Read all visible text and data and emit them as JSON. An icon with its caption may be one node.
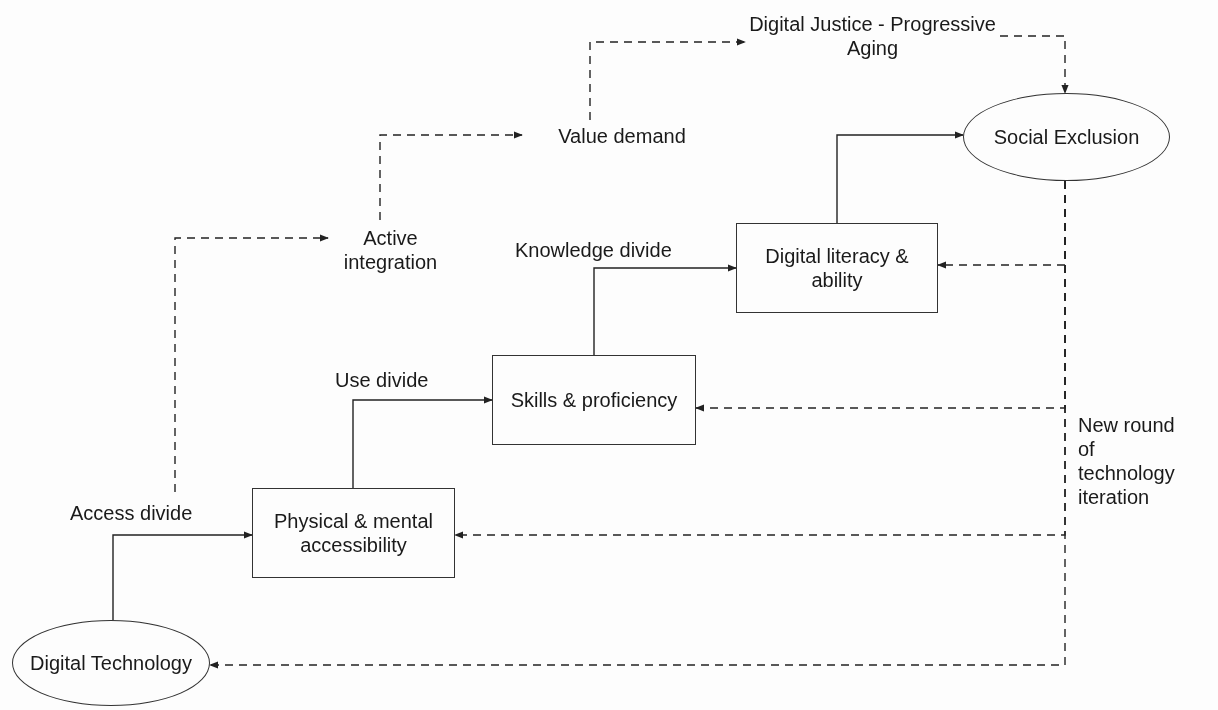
{
  "diagram": {
    "nodes": [
      {
        "text": [
          "Digital Technology"
        ]
      },
      {
        "text": [
          "Physical & mental accessibility"
        ]
      },
      {
        "text": [
          "Skills & proficiency"
        ]
      },
      {
        "text": [
          "Digital literacy & ability"
        ]
      },
      {
        "text": [
          "Social Exclusion"
        ]
      },
      {
        "text": [
          "Active integration"
        ]
      },
      {
        "text": [
          "Value demand"
        ]
      },
      {
        "text": [
          "Digital Justice - Progressive Aging"
        ]
      }
    ],
    "edges": [
      {
        "from": 0,
        "to": 1,
        "arrow": "to",
        "label": "Access divide"
      },
      {
        "from": 1,
        "to": 2,
        "arrow": "to",
        "label": "Use divide"
      },
      {
        "from": 2,
        "to": 3,
        "arrow": "to",
        "label": "Knowledge divide"
      },
      {
        "from": 3,
        "to": 4,
        "arrow": "to"
      },
      {
        "from": null,
        "to": 5,
        "arrow": "to",
        "style": "dashed"
      },
      {
        "from": 5,
        "to": 6,
        "arrow": "to",
        "style": "dashed"
      },
      {
        "from": 6,
        "to": 7,
        "arrow": "to",
        "style": "dashed"
      },
      {
        "from": 7,
        "to": 4,
        "arrow": "to",
        "style": "dashed"
      },
      {
        "from": 4,
        "to": 3,
        "arrow": "to",
        "style": "dashed"
      },
      {
        "from": 4,
        "to": 2,
        "arrow": "to",
        "style": "dashed"
      },
      {
        "from": 4,
        "to": 1,
        "arrow": "to",
        "style": "dashed"
      },
      {
        "from": 4,
        "to": 0,
        "arrow": "to",
        "style": "dashed"
      }
    ],
    "labels": [
      "New round of technology iteration"
    ]
  }
}
